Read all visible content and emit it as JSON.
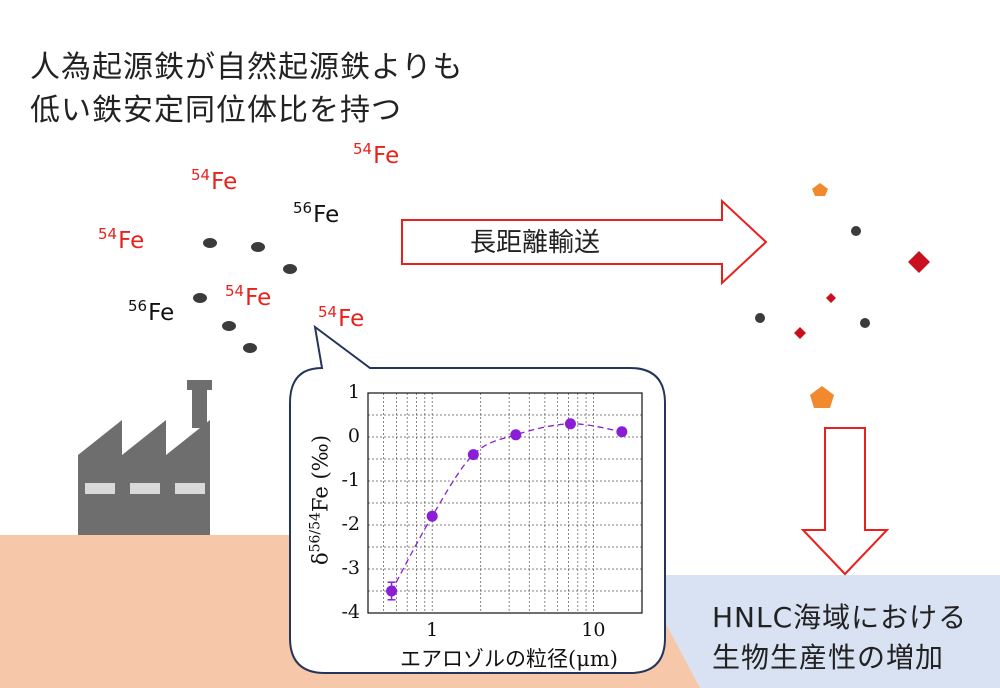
{
  "title": {
    "line1": "人為起源鉄が自然起源鉄よりも",
    "line2": "低い鉄安定同位体比を持つ"
  },
  "isotope_labels": [
    {
      "mass": "54",
      "element": "Fe",
      "color": "red"
    },
    {
      "mass": "54",
      "element": "Fe",
      "color": "red"
    },
    {
      "mass": "56",
      "element": "Fe",
      "color": "black"
    },
    {
      "mass": "54",
      "element": "Fe",
      "color": "red"
    },
    {
      "mass": "56",
      "element": "Fe",
      "color": "black"
    },
    {
      "mass": "54",
      "element": "Fe",
      "color": "red"
    },
    {
      "mass": "54",
      "element": "Fe",
      "color": "red"
    }
  ],
  "transport": {
    "label": "長距離輸送"
  },
  "result": {
    "line1": "HNLC海域における",
    "line2": "生物生産性の増加"
  },
  "colors": {
    "red": "#e8211c",
    "factory": "#6e6e6e",
    "ground": "#f6c8a9",
    "ocean": "#d8e2f3",
    "callout_border": "#25355a",
    "series": "#8a1ed6",
    "particle_orange": "#f08a2c",
    "particle_red": "#c8101e",
    "particle_dark": "#3b3b3b"
  },
  "chart_data": {
    "type": "scatter",
    "xlabel": {
      "main": "エアロゾルの粒径",
      "unit": "(μm)"
    },
    "ylabel": {
      "prefix": "δ",
      "sup": "56/54",
      "main": "Fe (‰)"
    },
    "x_scale": "log",
    "xlim": [
      0.4,
      20
    ],
    "ylim": [
      -4,
      1
    ],
    "x_ticks": [
      {
        "value": 1,
        "label": "1"
      },
      {
        "value": 10,
        "label": "10"
      }
    ],
    "y_ticks": [
      {
        "value": 1,
        "label": "1"
      },
      {
        "value": 0,
        "label": "0"
      },
      {
        "value": -1,
        "label": "-1"
      },
      {
        "value": -2,
        "label": "-2"
      },
      {
        "value": -3,
        "label": "-3"
      },
      {
        "value": -4,
        "label": "-4"
      }
    ],
    "grid": true,
    "series": [
      {
        "points": [
          {
            "x": 0.56,
            "y": -3.5,
            "err": 0.2
          },
          {
            "x": 1.0,
            "y": -1.8
          },
          {
            "x": 1.8,
            "y": -0.4
          },
          {
            "x": 3.3,
            "y": 0.05
          },
          {
            "x": 7.2,
            "y": 0.3
          },
          {
            "x": 15,
            "y": 0.12
          }
        ],
        "trend": "dashed"
      }
    ]
  }
}
